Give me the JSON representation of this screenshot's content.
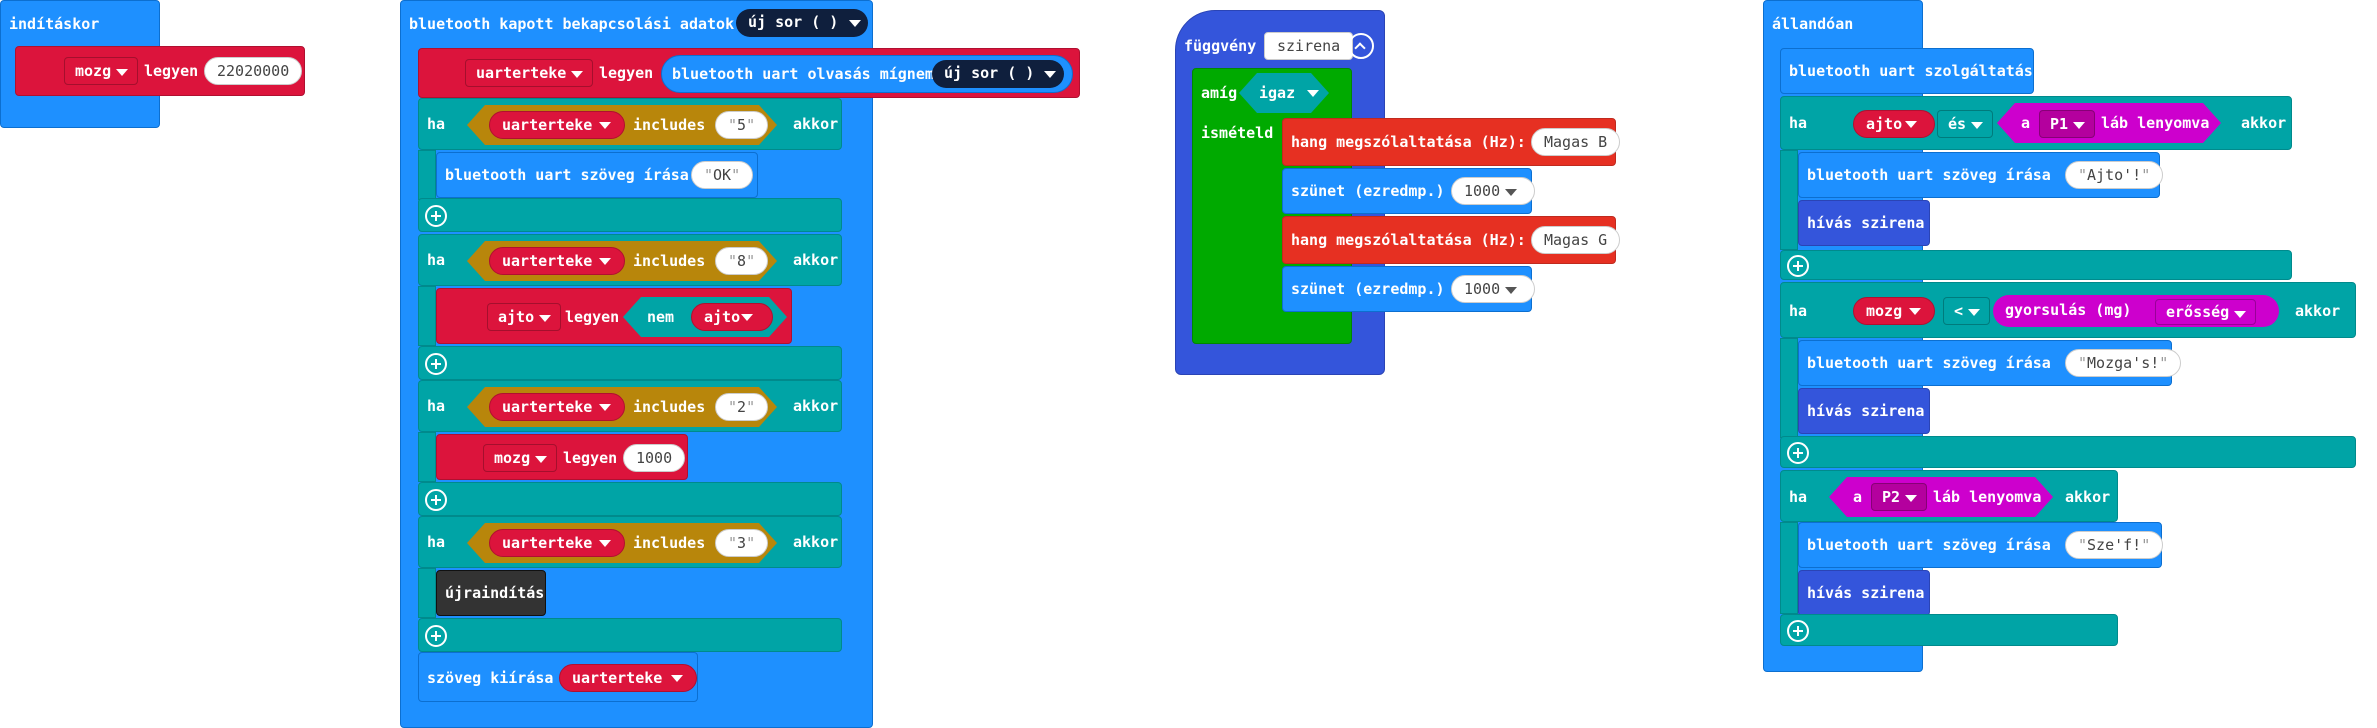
{
  "on_start": {
    "label": "indításkor",
    "set_var": "mozg",
    "set_word": "legyen",
    "set_value": "22020000"
  },
  "bt_receive": {
    "label": "bluetooth kapott bekapcsolási adatok",
    "newline_label": "új sor ( )",
    "set_var": "uarterteke",
    "set_word": "legyen",
    "read_label": "bluetooth uart olvasás mígnem",
    "read_newline": "új sor ( )",
    "if1": {
      "ha": "ha",
      "var": "uarterteke",
      "includes": "includes",
      "str": "5",
      "akkor": "akkor",
      "body_label": "bluetooth uart szöveg írása",
      "body_str": "OK"
    },
    "if2": {
      "ha": "ha",
      "var": "uarterteke",
      "includes": "includes",
      "str": "8",
      "akkor": "akkor",
      "set_var": "ajto",
      "set_word": "legyen",
      "not_word": "nem",
      "not_var": "ajto"
    },
    "if3": {
      "ha": "ha",
      "var": "uarterteke",
      "includes": "includes",
      "str": "2",
      "akkor": "akkor",
      "set_var": "mozg",
      "set_word": "legyen",
      "set_value": "1000"
    },
    "if4": {
      "ha": "ha",
      "var": "uarterteke",
      "includes": "includes",
      "str": "3",
      "akkor": "akkor",
      "body_label": "újraindítás"
    },
    "show_label": "szöveg kiírása",
    "show_var": "uarterteke"
  },
  "func": {
    "label": "függvény",
    "name": "szirena",
    "while_label": "amíg",
    "while_cond": "igaz",
    "repeat_label": "ismételd",
    "tone1_label": "hang megszólaltatása (Hz):",
    "tone1_value": "Magas B",
    "rest1_label": "szünet (ezredmp.)",
    "rest1_value": "1000",
    "tone2_label": "hang megszólaltatása (Hz):",
    "tone2_value": "Magas G",
    "rest2_label": "szünet (ezredmp.)",
    "rest2_value": "1000"
  },
  "forever": {
    "label": "állandóan",
    "service_label": "bluetooth uart szolgáltatás",
    "if1": {
      "ha": "ha",
      "var": "ajto",
      "and_word": "és",
      "pin_prefix": "a",
      "pin": "P1",
      "pin_suffix": "láb lenyomva",
      "akkor": "akkor",
      "write_label": "bluetooth uart szöveg írása",
      "write_str": "Ajto'!",
      "call_label": "hívás szirena"
    },
    "if2": {
      "ha": "ha",
      "var": "mozg",
      "op": "<",
      "accel_label": "gyorsulás (mg)",
      "accel_dim": "erősség",
      "akkor": "akkor",
      "write_label": "bluetooth uart szöveg írása",
      "write_str": "Mozga's!",
      "call_label": "hívás szirena"
    },
    "if3": {
      "ha": "ha",
      "pin_prefix": "a",
      "pin": "P2",
      "pin_suffix": "láb lenyomva",
      "akkor": "akkor",
      "write_label": "bluetooth uart szöveg írása",
      "write_str": "Sze'f!",
      "call_label": "hívás szirena"
    }
  },
  "colors": {
    "events": "#1e90ff",
    "variables": "#dc143c",
    "logic": "#00a4a6",
    "text": "#b8860b",
    "loops": "#00aa00",
    "music": "#e63022",
    "functions": "#3455db",
    "input": "#cd00cd",
    "control": "#333333"
  },
  "icons": {
    "collapse": "chevron-up-icon",
    "add": "plus-circle-icon",
    "dropdown": "caret-down-icon"
  }
}
